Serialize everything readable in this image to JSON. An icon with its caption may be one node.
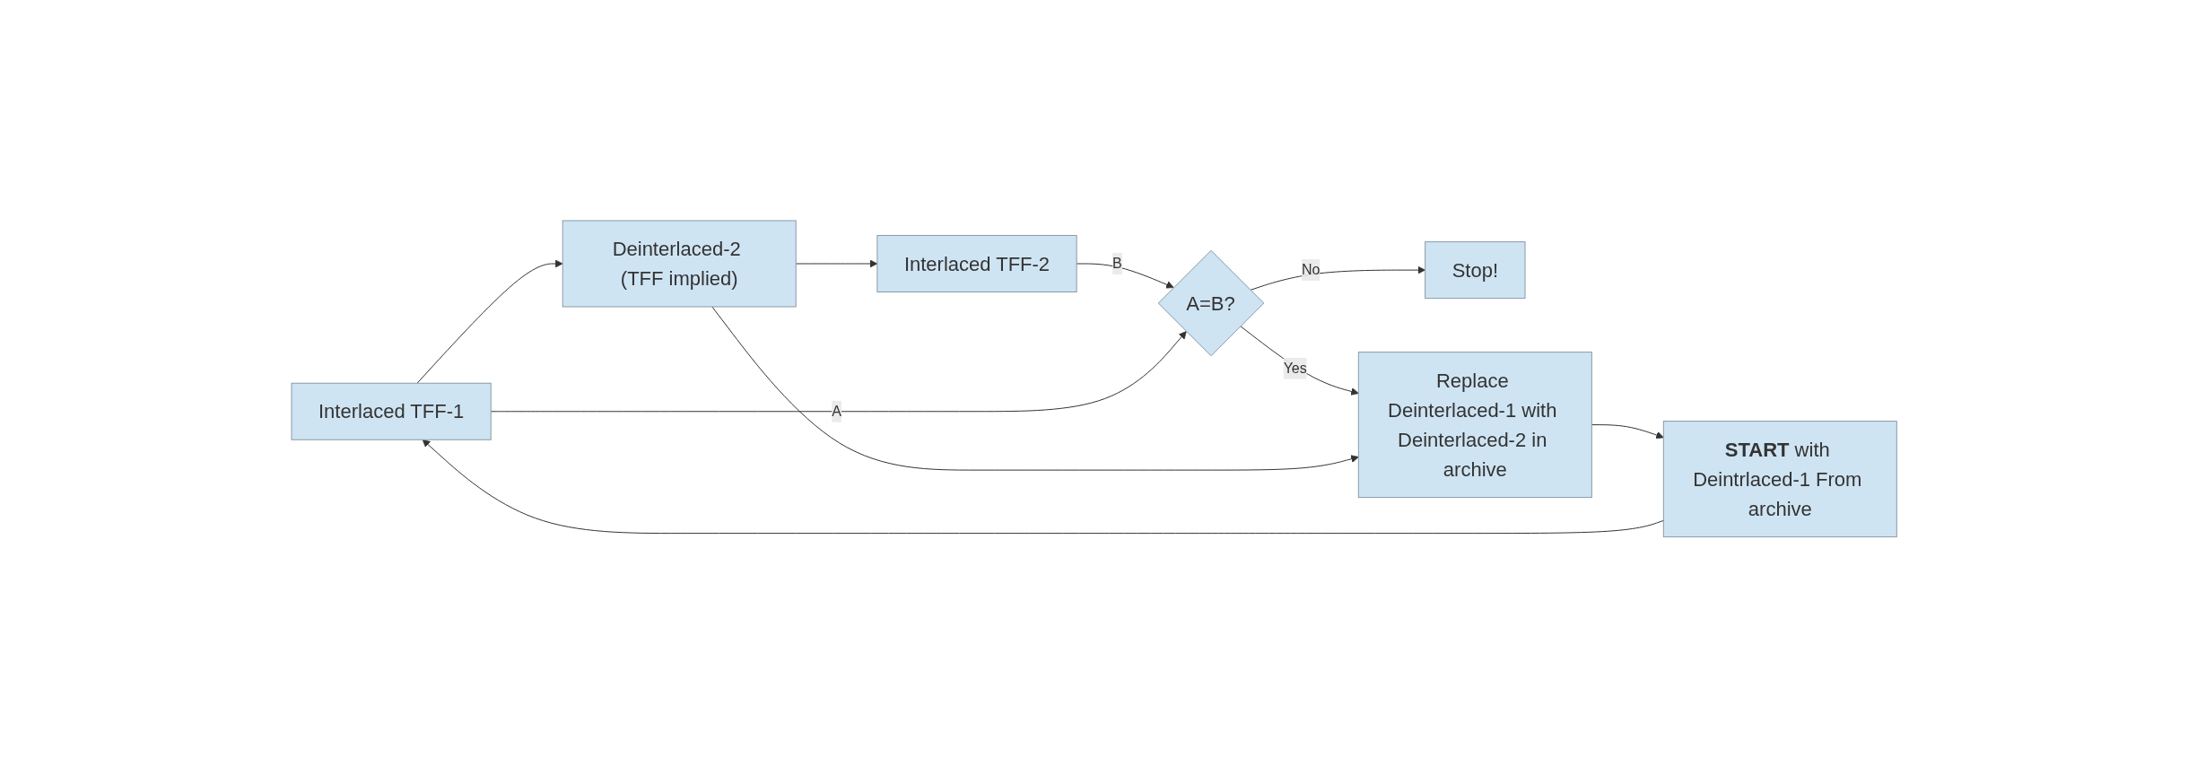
{
  "diagram": {
    "nodes": [
      {
        "text": [
          "Interlaced TFF-1"
        ]
      },
      {
        "text": [
          "Deinterlaced-2 (TFF implied)"
        ]
      },
      {
        "text": [
          "Interlaced TFF-2"
        ]
      },
      {
        "text": [
          "A=B?"
        ]
      },
      {
        "text": [
          "Stop!"
        ]
      },
      {
        "text": [
          "**START** with Deintrlaced-1 From archive"
        ]
      },
      {
        "text": [
          "Replace Deinterlaced-1 with Deinterlaced-2 in archive"
        ]
      }
    ],
    "edges": [
      {
        "from": 0,
        "to": 1,
        "arrow": "to"
      },
      {
        "from": 1,
        "to": 2,
        "arrow": "to"
      },
      {
        "from": 2,
        "to": 3,
        "arrow": "to",
        "label": "B"
      },
      {
        "from": 0,
        "to": 3,
        "arrow": "to",
        "label": "A"
      },
      {
        "from": 3,
        "to": 4,
        "arrow": "to",
        "label": "No"
      },
      {
        "from": 3,
        "to": 6,
        "arrow": "to",
        "label": "Yes"
      },
      {
        "from": 1,
        "to": 6,
        "arrow": "to"
      },
      {
        "from": 6,
        "to": 5,
        "arrow": "to"
      },
      {
        "from": 5,
        "to": 0,
        "arrow": "to"
      }
    ]
  }
}
